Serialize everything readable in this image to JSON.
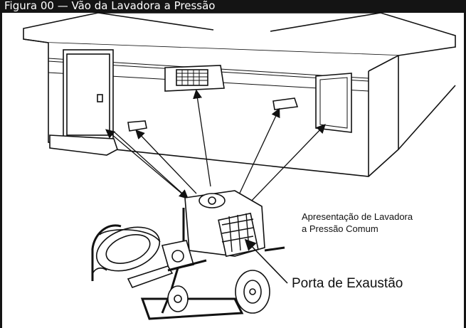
{
  "header": {
    "title": "Figura 00 — Vão da Lavadora a Pressão"
  },
  "caption": {
    "line1": "Apresentação de Lavadora",
    "line2": "a Pressão Comum"
  },
  "callout": {
    "exhaust_label": "Porta de Exaustão"
  },
  "colors": {
    "ink": "#141414",
    "paper": "#ffffff"
  }
}
